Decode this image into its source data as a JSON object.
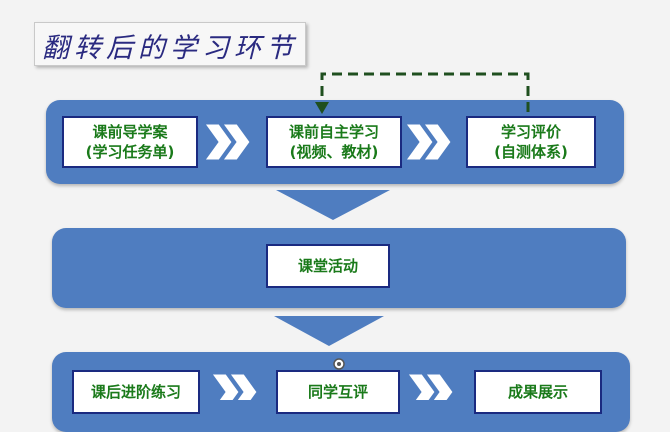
{
  "title": "翻转后的学习环节",
  "stage1": {
    "box1": {
      "line1": "课前导学案",
      "line2": "(学习任务单)"
    },
    "box2": {
      "line1": "课前自主学习",
      "line2": "(视频、教材)"
    },
    "box3": {
      "line1": "学习评价",
      "line2": "(自测体系)"
    }
  },
  "stage2": {
    "box1": "课堂活动"
  },
  "stage3": {
    "box1": "课后进阶练习",
    "box2": "同学互评",
    "box3": "成果展示"
  },
  "colors": {
    "band": "#4f7dc0",
    "box_border": "#1a2a80",
    "text": "#1a7a1a",
    "dashed_arrow": "#1f4f1f"
  }
}
